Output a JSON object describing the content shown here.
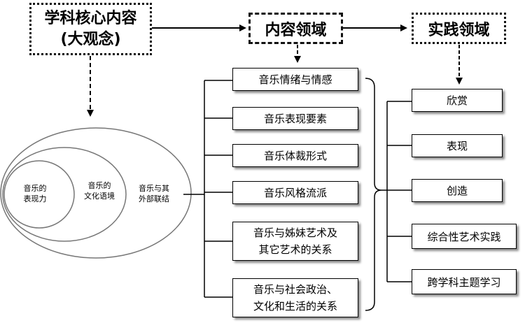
{
  "core": {
    "line1": "学科核心内容",
    "line2": "(大观念)"
  },
  "content_domain": "内容领域",
  "practice_domain": "实践领域",
  "circles": {
    "inner": {
      "line1": "音乐的",
      "line2": "表现力"
    },
    "middle": {
      "line1": "音乐的",
      "line2": "文化语境"
    },
    "outer": {
      "line1": "音乐与其",
      "line2": "外部联结"
    }
  },
  "content_items": [
    {
      "line1": "音乐情绪与情感"
    },
    {
      "line1": "音乐表现要素"
    },
    {
      "line1": "音乐体裁形式"
    },
    {
      "line1": "音乐风格流派"
    },
    {
      "line1": "音乐与姊妹艺术及",
      "line2": "其它艺术的关系"
    },
    {
      "line1": "音乐与社会政治、",
      "line2": "文化和生活的关系"
    }
  ],
  "practice_items": [
    "欣赏",
    "表现",
    "创造",
    "综合性艺术实践",
    "跨学科主题学习"
  ]
}
